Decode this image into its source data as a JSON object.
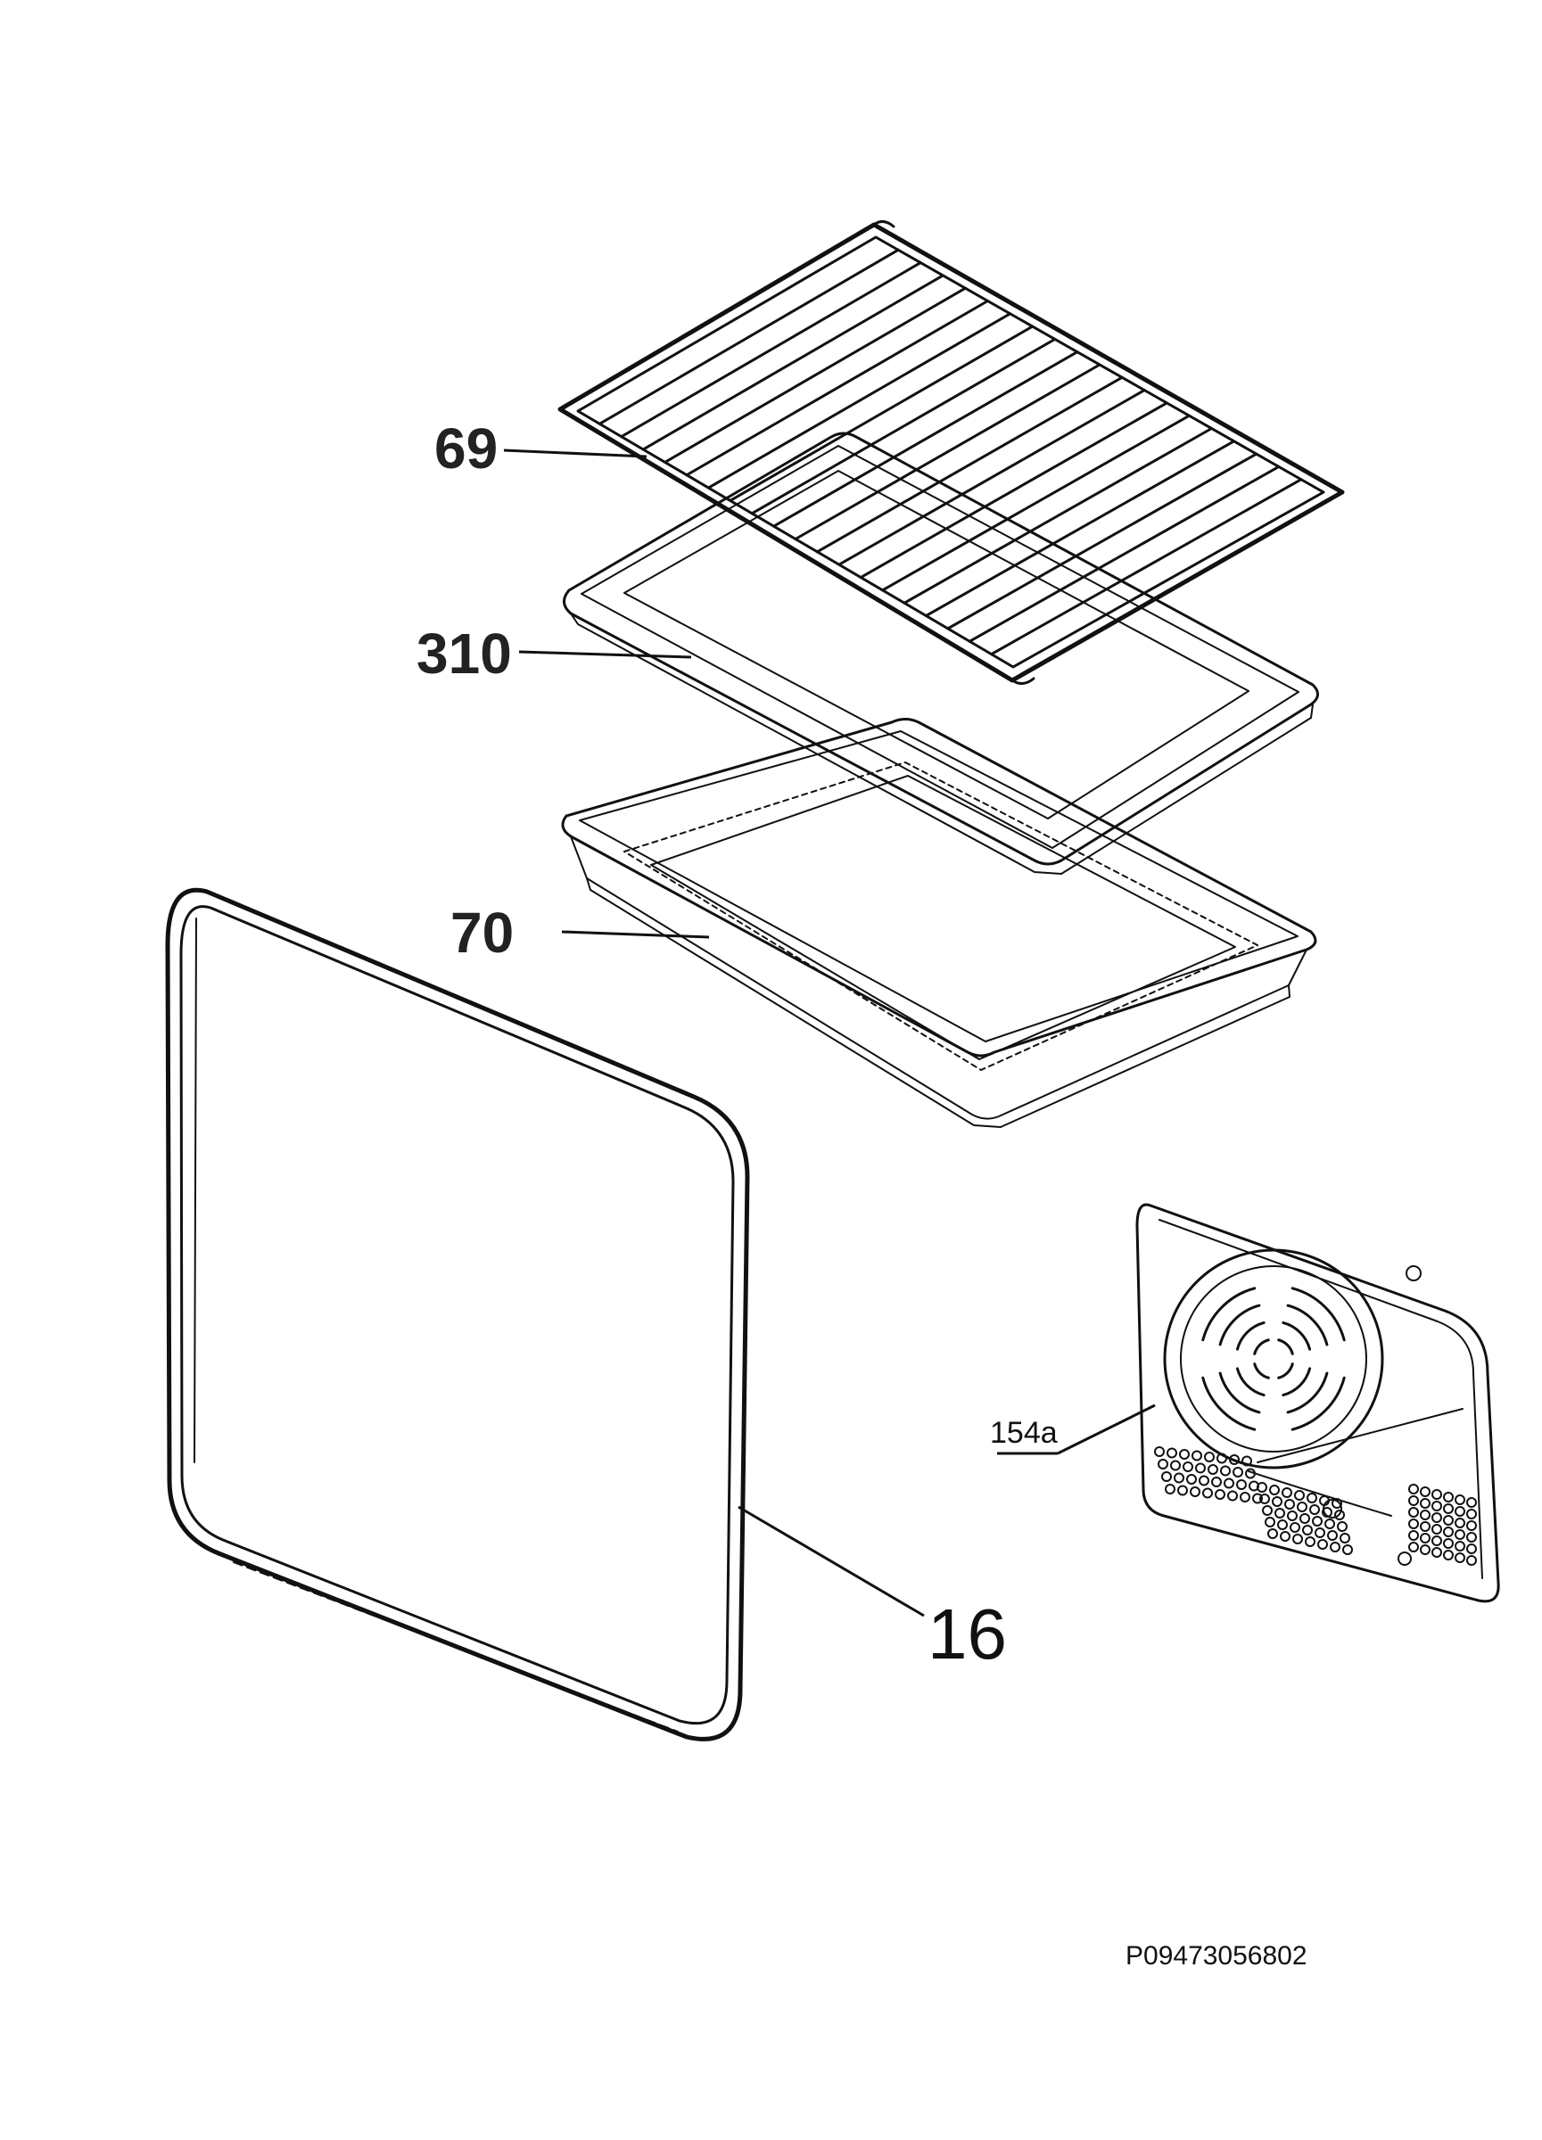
{
  "parts": [
    {
      "ref": "69",
      "name": "wire-grid-shelf"
    },
    {
      "ref": "310",
      "name": "baking-tray"
    },
    {
      "ref": "70",
      "name": "deep-roasting-pan"
    },
    {
      "ref": "16",
      "name": "oven-door-glass-panel"
    },
    {
      "ref": "154a",
      "name": "rear-fan-cover-panel"
    }
  ],
  "drawing_code": "P09473056802",
  "colors": {
    "line": "#111111",
    "background": "#ffffff"
  }
}
